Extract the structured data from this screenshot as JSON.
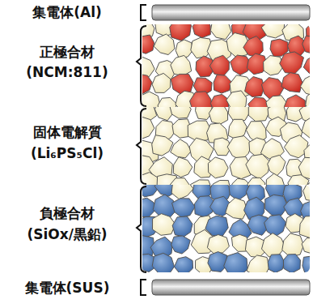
{
  "diagram": {
    "labels": [
      "集電体(Al)",
      "正極合材",
      "(NCM:811)",
      "固体電解質",
      "(Li₆PS₅Cl)",
      "負極合材",
      "(SiOx/黒鉛)",
      "集電体(SUS)"
    ]
  }
}
